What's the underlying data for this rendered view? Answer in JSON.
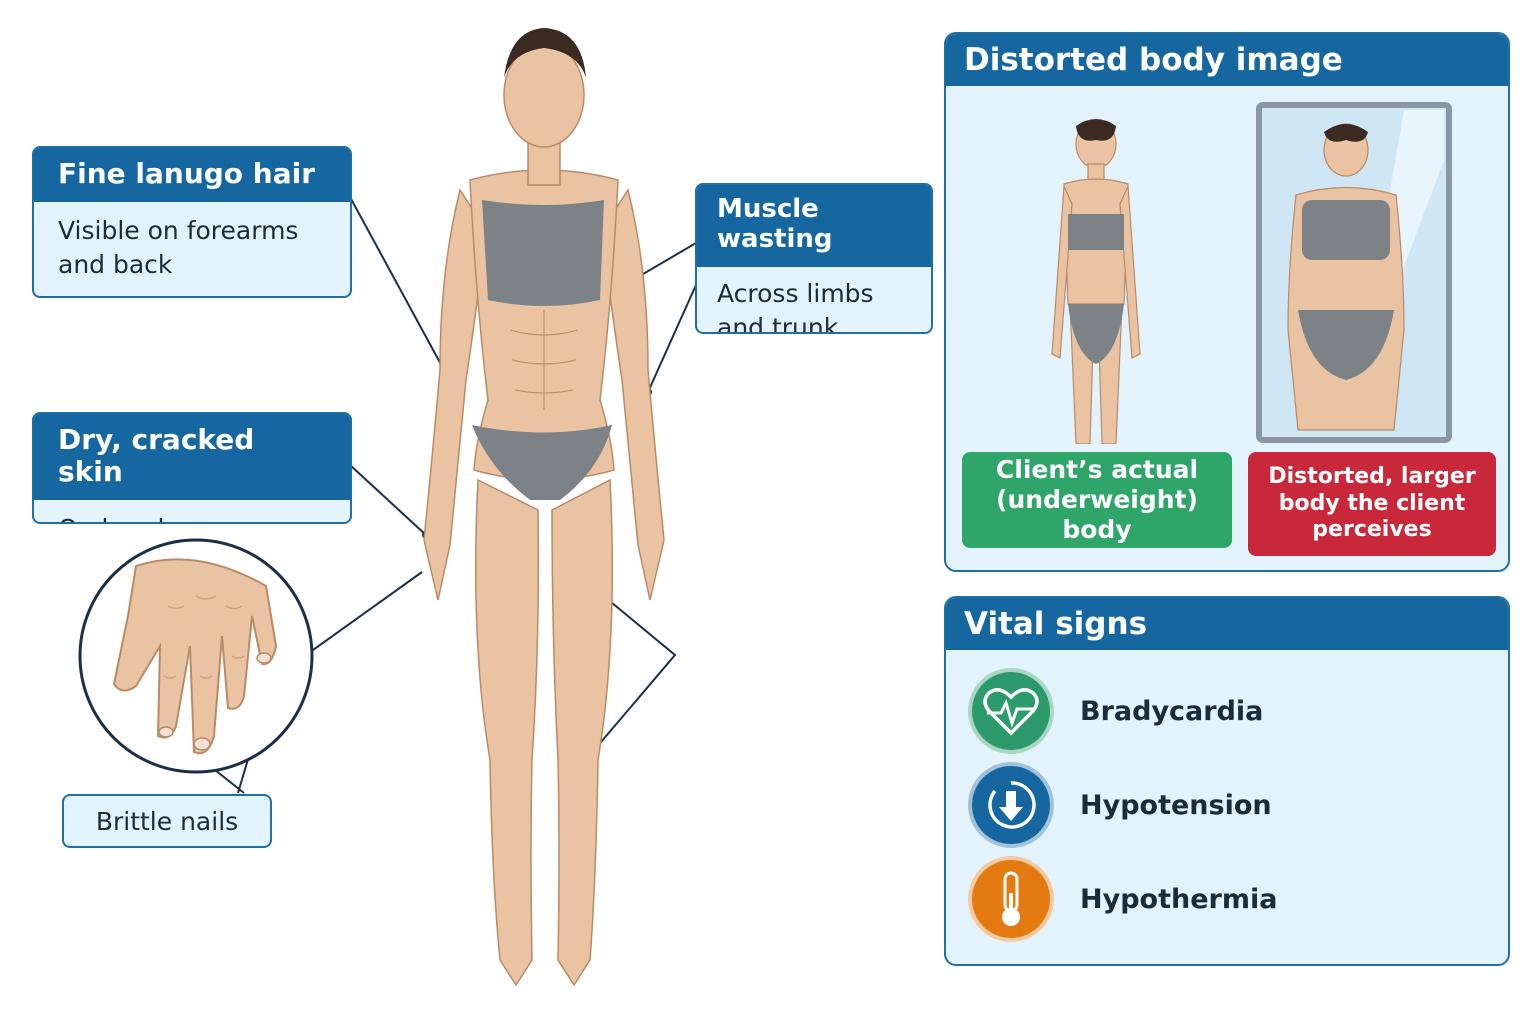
{
  "callouts": {
    "lanugo": {
      "title": "Fine lanugo hair",
      "body_line1": "Visible on forearms",
      "body_line2": "and back"
    },
    "skin": {
      "title": "Dry, cracked skin",
      "body": "On hands"
    },
    "muscle": {
      "title": "Muscle wasting",
      "body_line1": "Across limbs",
      "body_line2": "and trunk"
    },
    "nails": {
      "label": "Brittle nails"
    }
  },
  "body_image": {
    "title": "Distorted body image",
    "actual_line1": "Client’s actual",
    "actual_line2": "(underweight) body",
    "perceived_line1": "Distorted, larger",
    "perceived_line2": "body the client",
    "perceived_line3": "perceives"
  },
  "vital_signs": {
    "title": "Vital signs",
    "items": [
      {
        "label": "Bradycardia",
        "icon": "heart-pulse-icon",
        "color": "#2c9a6a"
      },
      {
        "label": "Hypotension",
        "icon": "pressure-down-icon",
        "color": "#1667a0"
      },
      {
        "label": "Hypothermia",
        "icon": "thermometer-icon",
        "color": "#e37b12"
      }
    ]
  },
  "colors": {
    "accent": "#1667a0",
    "panel_bg": "#e3f3fc",
    "green": "#2c9a6a",
    "red": "#c8283a",
    "skin": "#e9c3a0"
  }
}
